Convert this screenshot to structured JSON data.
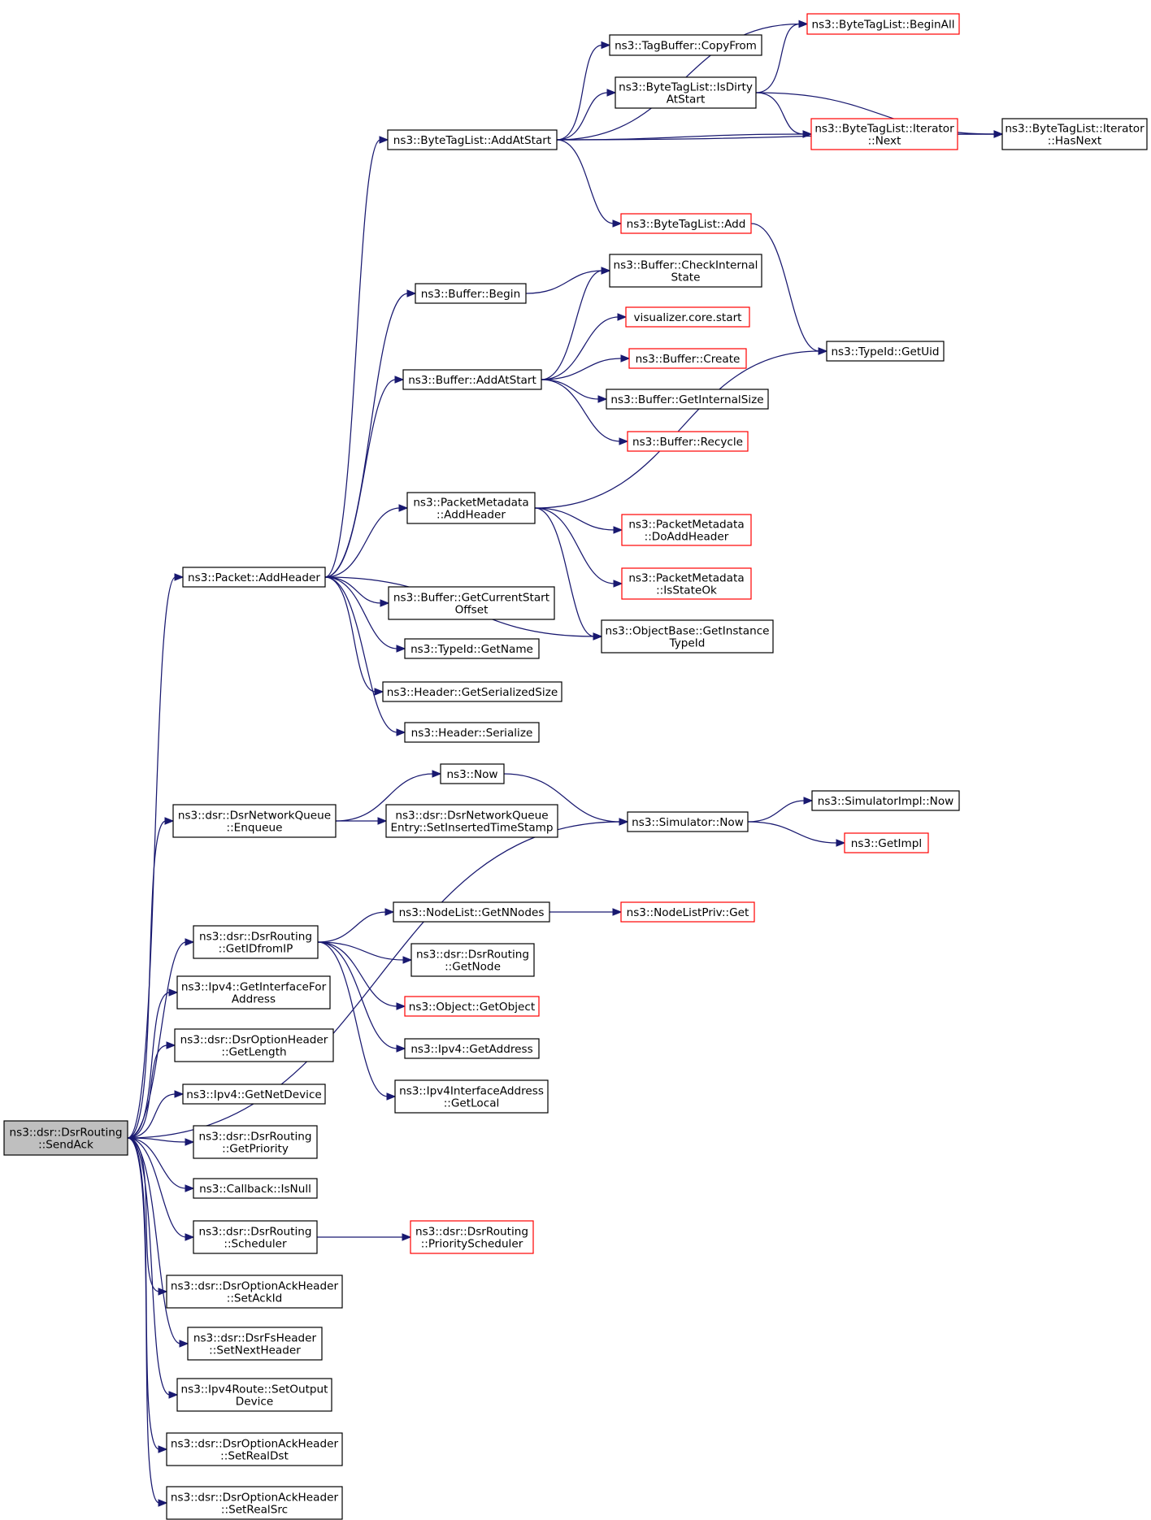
{
  "nodes": [
    {
      "id": "sendack",
      "lines": [
        "ns3::dsr::DsrRouting",
        "::SendAck"
      ],
      "style": "root"
    },
    {
      "id": "addheader",
      "lines": [
        "ns3::Packet::AddHeader"
      ],
      "style": "normal"
    },
    {
      "id": "bl_addatstart",
      "lines": [
        "ns3::ByteTagList::AddAtStart"
      ],
      "style": "normal"
    },
    {
      "id": "beginall",
      "lines": [
        "ns3::ByteTagList::BeginAll"
      ],
      "style": "truncated"
    },
    {
      "id": "copyfrom",
      "lines": [
        "ns3::TagBuffer::CopyFrom"
      ],
      "style": "normal"
    },
    {
      "id": "isdirty",
      "lines": [
        "ns3::ByteTagList::IsDirty",
        "AtStart"
      ],
      "style": "normal"
    },
    {
      "id": "it_next",
      "lines": [
        "ns3::ByteTagList::Iterator",
        "::Next"
      ],
      "style": "truncated"
    },
    {
      "id": "it_hasnext",
      "lines": [
        "ns3::ByteTagList::Iterator",
        "::HasNext"
      ],
      "style": "normal"
    },
    {
      "id": "bl_add",
      "lines": [
        "ns3::ByteTagList::Add"
      ],
      "style": "truncated"
    },
    {
      "id": "getuid",
      "lines": [
        "ns3::TypeId::GetUid"
      ],
      "style": "normal"
    },
    {
      "id": "buf_begin",
      "lines": [
        "ns3::Buffer::Begin"
      ],
      "style": "normal"
    },
    {
      "id": "checkinternal",
      "lines": [
        "ns3::Buffer::CheckInternal",
        "State"
      ],
      "style": "normal"
    },
    {
      "id": "vis_start",
      "lines": [
        "visualizer.core.start"
      ],
      "style": "truncated"
    },
    {
      "id": "buf_create",
      "lines": [
        "ns3::Buffer::Create"
      ],
      "style": "truncated"
    },
    {
      "id": "buf_addatstart",
      "lines": [
        "ns3::Buffer::AddAtStart"
      ],
      "style": "normal"
    },
    {
      "id": "internalsize",
      "lines": [
        "ns3::Buffer::GetInternalSize"
      ],
      "style": "normal"
    },
    {
      "id": "recycle",
      "lines": [
        "ns3::Buffer::Recycle"
      ],
      "style": "truncated"
    },
    {
      "id": "pm_addheader",
      "lines": [
        "ns3::PacketMetadata",
        "::AddHeader"
      ],
      "style": "normal"
    },
    {
      "id": "doaddheader",
      "lines": [
        "ns3::PacketMetadata",
        "::DoAddHeader"
      ],
      "style": "truncated"
    },
    {
      "id": "isstateok",
      "lines": [
        "ns3::PacketMetadata",
        "::IsStateOk"
      ],
      "style": "truncated"
    },
    {
      "id": "instancetypeid",
      "lines": [
        "ns3::ObjectBase::GetInstance",
        "TypeId"
      ],
      "style": "normal"
    },
    {
      "id": "curstart",
      "lines": [
        "ns3::Buffer::GetCurrentStart",
        "Offset"
      ],
      "style": "normal"
    },
    {
      "id": "getname",
      "lines": [
        "ns3::TypeId::GetName"
      ],
      "style": "normal"
    },
    {
      "id": "sersize",
      "lines": [
        "ns3::Header::GetSerializedSize"
      ],
      "style": "normal"
    },
    {
      "id": "serialize",
      "lines": [
        "ns3::Header::Serialize"
      ],
      "style": "normal"
    },
    {
      "id": "now",
      "lines": [
        "ns3::Now"
      ],
      "style": "normal"
    },
    {
      "id": "enqueue",
      "lines": [
        "ns3::dsr::DsrNetworkQueue",
        "::Enqueue"
      ],
      "style": "normal"
    },
    {
      "id": "setinserted",
      "lines": [
        "ns3::dsr::DsrNetworkQueue",
        "Entry::SetInsertedTimeStamp"
      ],
      "style": "normal"
    },
    {
      "id": "sim_now",
      "lines": [
        "ns3::Simulator::Now"
      ],
      "style": "normal"
    },
    {
      "id": "simimpl_now",
      "lines": [
        "ns3::SimulatorImpl::Now"
      ],
      "style": "normal"
    },
    {
      "id": "getimpl",
      "lines": [
        "ns3::GetImpl"
      ],
      "style": "truncated"
    },
    {
      "id": "getnnodes",
      "lines": [
        "ns3::NodeList::GetNNodes"
      ],
      "style": "normal"
    },
    {
      "id": "nlp_get",
      "lines": [
        "ns3::NodeListPriv::Get"
      ],
      "style": "truncated"
    },
    {
      "id": "getidfromip",
      "lines": [
        "ns3::dsr::DsrRouting",
        "::GetIDfromIP"
      ],
      "style": "normal"
    },
    {
      "id": "getnode",
      "lines": [
        "ns3::dsr::DsrRouting",
        "::GetNode"
      ],
      "style": "normal"
    },
    {
      "id": "getobject",
      "lines": [
        "ns3::Object::GetObject"
      ],
      "style": "truncated"
    },
    {
      "id": "ipv4_getaddress",
      "lines": [
        "ns3::Ipv4::GetAddress"
      ],
      "style": "normal"
    },
    {
      "id": "getlocal",
      "lines": [
        "ns3::Ipv4InterfaceAddress",
        "::GetLocal"
      ],
      "style": "normal"
    },
    {
      "id": "getifaddr",
      "lines": [
        "ns3::Ipv4::GetInterfaceFor",
        "Address"
      ],
      "style": "normal"
    },
    {
      "id": "getlength",
      "lines": [
        "ns3::dsr::DsrOptionHeader",
        "::GetLength"
      ],
      "style": "normal"
    },
    {
      "id": "getnetdevice",
      "lines": [
        "ns3::Ipv4::GetNetDevice"
      ],
      "style": "normal"
    },
    {
      "id": "getpriority",
      "lines": [
        "ns3::dsr::DsrRouting",
        "::GetPriority"
      ],
      "style": "normal"
    },
    {
      "id": "isnull",
      "lines": [
        "ns3::Callback::IsNull"
      ],
      "style": "normal"
    },
    {
      "id": "scheduler",
      "lines": [
        "ns3::dsr::DsrRouting",
        "::Scheduler"
      ],
      "style": "normal"
    },
    {
      "id": "priosched",
      "lines": [
        "ns3::dsr::DsrRouting",
        "::PriorityScheduler"
      ],
      "style": "truncated"
    },
    {
      "id": "setackid",
      "lines": [
        "ns3::dsr::DsrOptionAckHeader",
        "::SetAckId"
      ],
      "style": "normal"
    },
    {
      "id": "setnextheader",
      "lines": [
        "ns3::dsr::DsrFsHeader",
        "::SetNextHeader"
      ],
      "style": "normal"
    },
    {
      "id": "setoutdev",
      "lines": [
        "ns3::Ipv4Route::SetOutput",
        "Device"
      ],
      "style": "normal"
    },
    {
      "id": "setrealdst",
      "lines": [
        "ns3::dsr::DsrOptionAckHeader",
        "::SetRealDst"
      ],
      "style": "normal"
    },
    {
      "id": "setrealsrc",
      "lines": [
        "ns3::dsr::DsrOptionAckHeader",
        "::SetRealSrc"
      ],
      "style": "normal"
    }
  ],
  "edges": [
    [
      "sendack",
      "addheader"
    ],
    [
      "sendack",
      "enqueue"
    ],
    [
      "sendack",
      "sim_now"
    ],
    [
      "sendack",
      "getidfromip"
    ],
    [
      "sendack",
      "getifaddr"
    ],
    [
      "sendack",
      "getlength"
    ],
    [
      "sendack",
      "getnetdevice"
    ],
    [
      "sendack",
      "getpriority"
    ],
    [
      "sendack",
      "isnull"
    ],
    [
      "sendack",
      "scheduler"
    ],
    [
      "sendack",
      "setackid"
    ],
    [
      "sendack",
      "setnextheader"
    ],
    [
      "sendack",
      "setoutdev"
    ],
    [
      "sendack",
      "setrealdst"
    ],
    [
      "sendack",
      "setrealsrc"
    ],
    [
      "addheader",
      "bl_addatstart"
    ],
    [
      "addheader",
      "buf_begin"
    ],
    [
      "addheader",
      "buf_addatstart"
    ],
    [
      "addheader",
      "pm_addheader"
    ],
    [
      "addheader",
      "instancetypeid"
    ],
    [
      "addheader",
      "curstart"
    ],
    [
      "addheader",
      "getname"
    ],
    [
      "addheader",
      "sersize"
    ],
    [
      "addheader",
      "serialize"
    ],
    [
      "bl_addatstart",
      "beginall"
    ],
    [
      "bl_addatstart",
      "copyfrom"
    ],
    [
      "bl_addatstart",
      "isdirty"
    ],
    [
      "bl_addatstart",
      "it_next"
    ],
    [
      "bl_addatstart",
      "it_hasnext"
    ],
    [
      "bl_addatstart",
      "bl_add"
    ],
    [
      "isdirty",
      "beginall"
    ],
    [
      "isdirty",
      "it_next"
    ],
    [
      "isdirty",
      "it_hasnext"
    ],
    [
      "it_next",
      "it_hasnext"
    ],
    [
      "bl_add",
      "getuid"
    ],
    [
      "buf_begin",
      "checkinternal"
    ],
    [
      "buf_addatstart",
      "checkinternal"
    ],
    [
      "buf_addatstart",
      "vis_start"
    ],
    [
      "buf_addatstart",
      "buf_create"
    ],
    [
      "buf_addatstart",
      "internalsize"
    ],
    [
      "buf_addatstart",
      "recycle"
    ],
    [
      "pm_addheader",
      "getuid"
    ],
    [
      "pm_addheader",
      "doaddheader"
    ],
    [
      "pm_addheader",
      "isstateok"
    ],
    [
      "pm_addheader",
      "instancetypeid"
    ],
    [
      "enqueue",
      "now"
    ],
    [
      "enqueue",
      "setinserted"
    ],
    [
      "now",
      "sim_now"
    ],
    [
      "sim_now",
      "simimpl_now"
    ],
    [
      "sim_now",
      "getimpl"
    ],
    [
      "getidfromip",
      "getnnodes"
    ],
    [
      "getidfromip",
      "getnode"
    ],
    [
      "getidfromip",
      "getobject"
    ],
    [
      "getidfromip",
      "ipv4_getaddress"
    ],
    [
      "getidfromip",
      "getlocal"
    ],
    [
      "getnnodes",
      "nlp_get"
    ],
    [
      "scheduler",
      "priosched"
    ]
  ],
  "colors": {
    "edge": "#191970",
    "node_border": "#000000",
    "truncated_border": "#ff0000",
    "root_fill": "#bfbfbf"
  }
}
